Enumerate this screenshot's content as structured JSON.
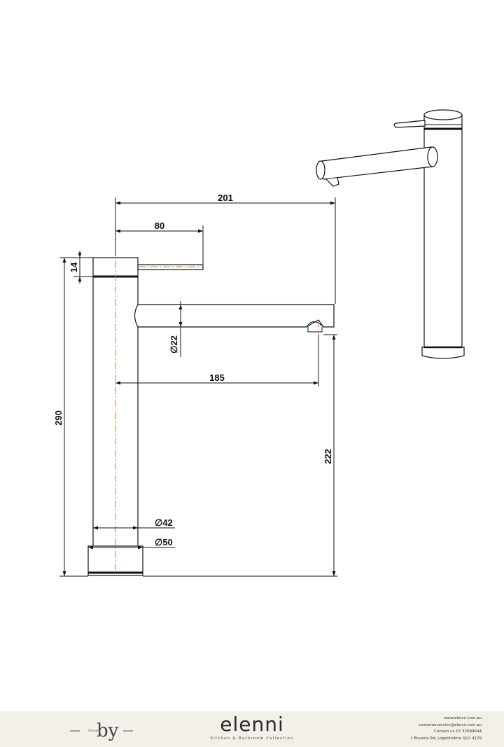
{
  "drawing": {
    "dimensions": {
      "overall_reach": "201",
      "lever_length": "80",
      "lever_height": "14",
      "spout_diameter": "∅22",
      "spout_reach": "185",
      "overall_height": "290",
      "spout_height": "222",
      "body_diameter": "∅42",
      "base_diameter": "∅50"
    }
  },
  "footer": {
    "by_text": "by",
    "by_small_text": "through",
    "logo_text": "elenni",
    "logo_tagline": "Kitchen & Bathroom Collection",
    "contact_lines": [
      "www.elenni.com.au",
      "customerservice@elenni.com.au",
      "Contact us 07 32099644",
      "1 Bryants Rd, Loganholme QLD 4129"
    ]
  }
}
